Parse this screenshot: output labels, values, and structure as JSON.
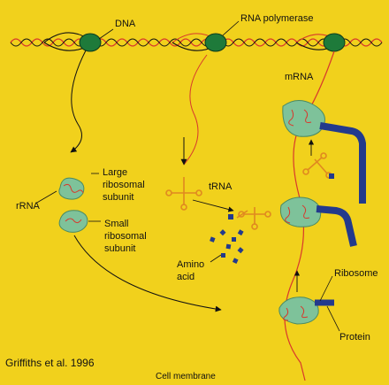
{
  "labels": {
    "dna": "DNA",
    "rna_polymerase": "RNA polymerase",
    "mrna": "mRNA",
    "rrna": "rRNA",
    "large_subunit": [
      "Large",
      "ribosomal",
      "subunit"
    ],
    "small_subunit": [
      "Small",
      "ribosomal",
      "subunit"
    ],
    "trna": "tRNA",
    "amino_acid": [
      "Amino",
      "acid"
    ],
    "ribosome": "Ribosome",
    "protein": "Protein",
    "credit": "Griffiths et al. 1996",
    "cell_membrane": "Cell membrane"
  },
  "colors": {
    "background": "#F1D11C",
    "dna_strand": "#D8382C",
    "polymerase": "#1E7A3A",
    "ribosome": "#7EC29A",
    "protein": "#233A8C",
    "line": "#111111"
  }
}
